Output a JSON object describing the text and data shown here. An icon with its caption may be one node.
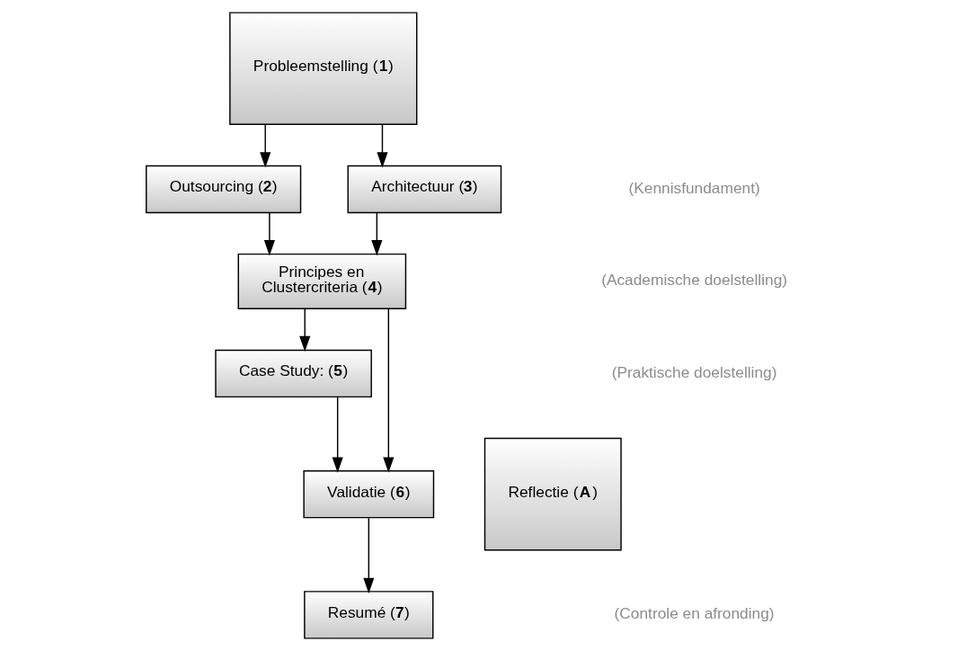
{
  "diagram": {
    "nodes": [
      {
        "text": [
          "Probleemstelling (**1**)"
        ]
      },
      {
        "text": [
          "Outsourcing (**2**)"
        ]
      },
      {
        "text": [
          "Architectuur (**3**)"
        ]
      },
      {
        "text": [
          "Principes en Clustercriteria (**4**)"
        ]
      },
      {
        "text": [
          "Case Study: (**5**)"
        ]
      },
      {
        "text": [
          "Reflectie (**A**)"
        ]
      },
      {
        "text": [
          "Validatie (**6**)"
        ]
      },
      {
        "text": [
          "Resumé (**7**)"
        ]
      }
    ],
    "edges": [
      {
        "from": 0,
        "to": 1,
        "arrow": "to"
      },
      {
        "from": 0,
        "to": 2,
        "arrow": "to"
      },
      {
        "from": 1,
        "to": 3,
        "arrow": "to"
      },
      {
        "from": 2,
        "to": 3,
        "arrow": "to"
      },
      {
        "from": 3,
        "to": 4,
        "arrow": "to"
      },
      {
        "from": 3,
        "to": 6,
        "arrow": "to"
      },
      {
        "from": 4,
        "to": 6,
        "arrow": "to"
      },
      {
        "from": 6,
        "to": 7,
        "arrow": "to"
      }
    ],
    "labels": [
      "(Kennisfundament)",
      "(Academische doelstelling)",
      "(Praktische doelstelling)",
      "(Controle en afronding)"
    ]
  }
}
